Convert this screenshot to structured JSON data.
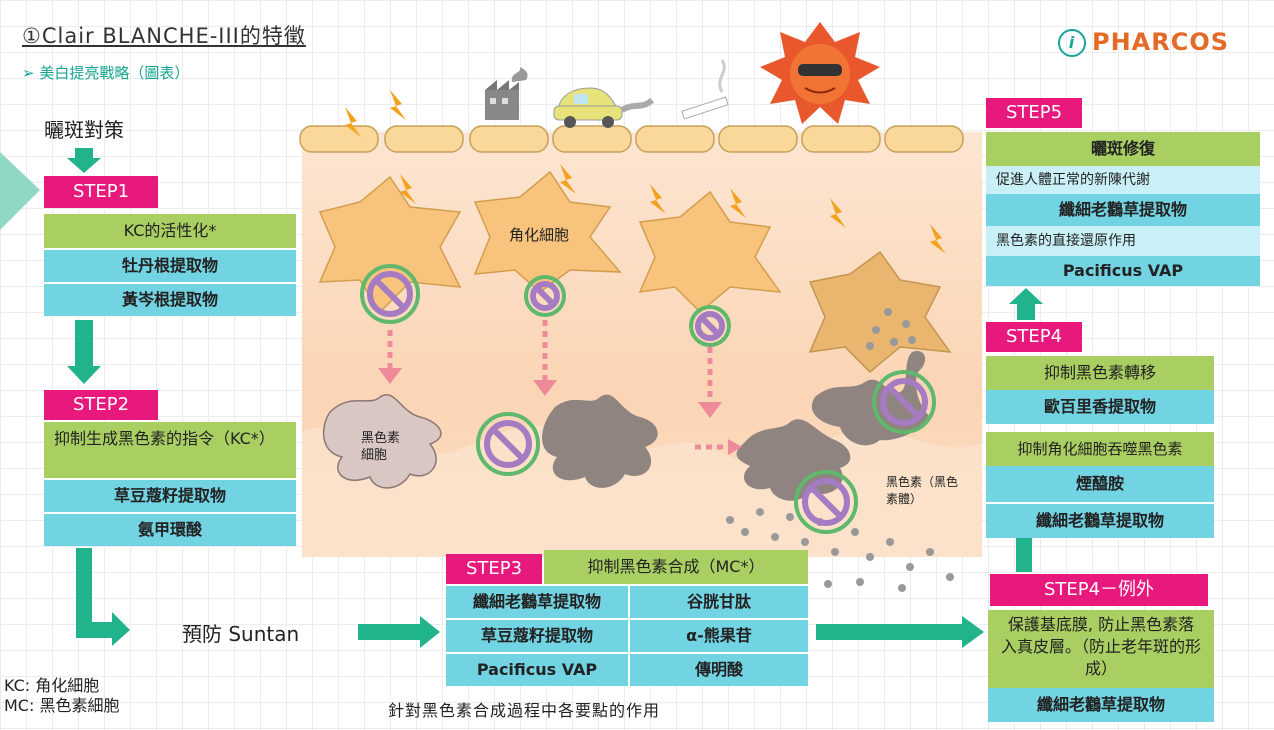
{
  "header": {
    "title": "①Clair BLANCHE-III的特徵",
    "subtitle": "美白提亮戰略（圖表）",
    "logo_text": "PHARCOS",
    "logo_mark": "i"
  },
  "left": {
    "heading": "曬斑對策",
    "step1": {
      "tag": "STEP1",
      "title": "KC的活性化*",
      "items": [
        "牡丹根提取物",
        "黃岑根提取物"
      ]
    },
    "step2": {
      "tag": "STEP2",
      "title": "抑制生成黑色素的指令（KC*）",
      "items": [
        "草豆蔻籽提取物",
        "氨甲環酸"
      ]
    },
    "prevent_label": "預防 Suntan",
    "legend": [
      "KC: 角化細胞",
      "MC: 黑色素細胞"
    ]
  },
  "illustration": {
    "keratinocyte_label": "角化細胞",
    "melanocyte_label": "黑色素細胞",
    "melanin_label": "黑色素（黑色素體）",
    "caption": "針對黑色素合成過程中各要點的作用"
  },
  "step3": {
    "tag": "STEP3",
    "title": "抑制黑色素合成（MC*）",
    "rows": [
      [
        "纖細老鸛草提取物",
        "谷胱甘肽"
      ],
      [
        "草豆蔻籽提取物",
        "α-熊果苷"
      ],
      [
        "Pacificus VAP",
        "傳明酸"
      ]
    ]
  },
  "right": {
    "step5": {
      "tag": "STEP5",
      "title": "曬斑修復",
      "desc1": "促進人體正常的新陳代謝",
      "item1": "纖細老鸛草提取物",
      "desc2": "黑色素的直接還原作用",
      "item2": "Pacificus VAP"
    },
    "step4": {
      "tag": "STEP4",
      "title1": "抑制黑色素轉移",
      "item1": "歐百里香提取物",
      "title2": "抑制角化細胞吞噬黑色素",
      "item2": "煙醯胺",
      "item3": "纖細老鸛草提取物"
    },
    "step4ex": {
      "tag": "STEP4－例外",
      "desc": "保護基底膜, 防止黑色素落入真皮層。（防止老年斑的形成）",
      "item": "纖細老鸛草提取物"
    }
  },
  "colors": {
    "tag": "#e8197d",
    "green": "#a9cf62",
    "cyan": "#72d3e2",
    "arrow": "#20b38c",
    "skin": "#fbd5b5"
  }
}
